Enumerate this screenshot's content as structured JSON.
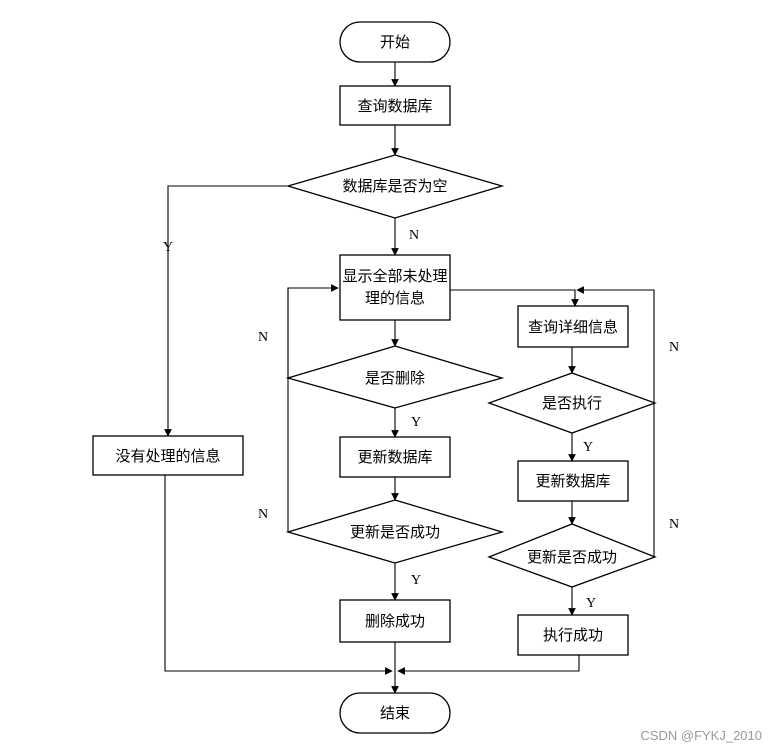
{
  "nodes": {
    "start": "开始",
    "query_db": "查询数据库",
    "db_empty": "数据库是否为空",
    "no_info": "没有处理的信息",
    "show_all_line1": "显示全部未处理",
    "show_all_line2": "理的信息",
    "delete_q": "是否删除",
    "update_db_left": "更新数据库",
    "update_ok_left": "更新是否成功",
    "delete_ok": "删除成功",
    "query_detail": "查询详细信息",
    "execute_q": "是否执行",
    "update_db_right": "更新数据库",
    "update_ok_right": "更新是否成功",
    "execute_ok": "执行成功",
    "end": "结束"
  },
  "edges": {
    "empty_yes": "Y",
    "empty_no": "N",
    "delete_no": "N",
    "delete_yes": "Y",
    "update_left_no": "N",
    "update_left_yes": "Y",
    "execute_no": "N",
    "execute_yes": "Y",
    "update_right_no": "N",
    "update_right_yes": "Y"
  },
  "watermark": "CSDN @FYKJ_2010"
}
